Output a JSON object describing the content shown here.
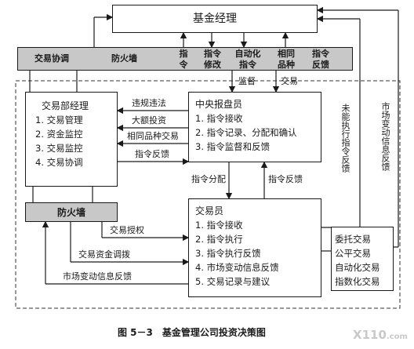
{
  "manager": "基金经理",
  "band": {
    "jiaoyi_xietiao": "交易协调",
    "fanghuoqiang": "防火墙",
    "zhiling": [
      "指",
      "令"
    ],
    "zhiling_xiugai": [
      "指令",
      "修改"
    ],
    "zidonghua_zhiling": [
      "自动化",
      "指令"
    ],
    "xiangtong_pinzhong": [
      "相同",
      "品种"
    ],
    "zhiling_fankui": [
      "指令",
      "反馈"
    ]
  },
  "dept_manager": {
    "title": "交易部经理",
    "items": [
      "1. 交易管理",
      "2. 资金监控",
      "3. 交易监控",
      "4. 交易协调"
    ]
  },
  "central": {
    "title": "中央报盘员",
    "items": [
      "1. 指令接收",
      "2. 指令记录、分配和确认",
      "3. 指令监督和反馈"
    ]
  },
  "trader": {
    "title": "交易员",
    "items": [
      "1. 指令接收",
      "2. 指令执行",
      "3. 指令执行反馈",
      "4. 市场变动信息反馈",
      "5. 交易记录与建议"
    ]
  },
  "firewall2": "防火墙",
  "principles": [
    "委托交易",
    "公平交易",
    "自动化交易",
    "指数化交易"
  ],
  "arrows": {
    "weigui": "违规违法",
    "dae": "大额投资",
    "xiangtong_jiaoyi": "相同品种交易",
    "zhiling_fankui": "指令反馈",
    "jiandu": "监督",
    "jiaoyi": "交易",
    "zhiling_fenpei": "指令分配",
    "zhiling_fankui2": "指令反馈",
    "jiaoyi_shouquan": "交易授权",
    "zijin_tiaobo": "交易资金调拨",
    "shichang_fankui": "市场变动信息反馈"
  },
  "vertical": {
    "weineng": "未能执行指令反馈",
    "shichang": "市场变动信息反馈"
  },
  "caption": "图 5－3　基金管理公司投资决策图",
  "logo": "X110",
  "logo_suffix": ".com"
}
